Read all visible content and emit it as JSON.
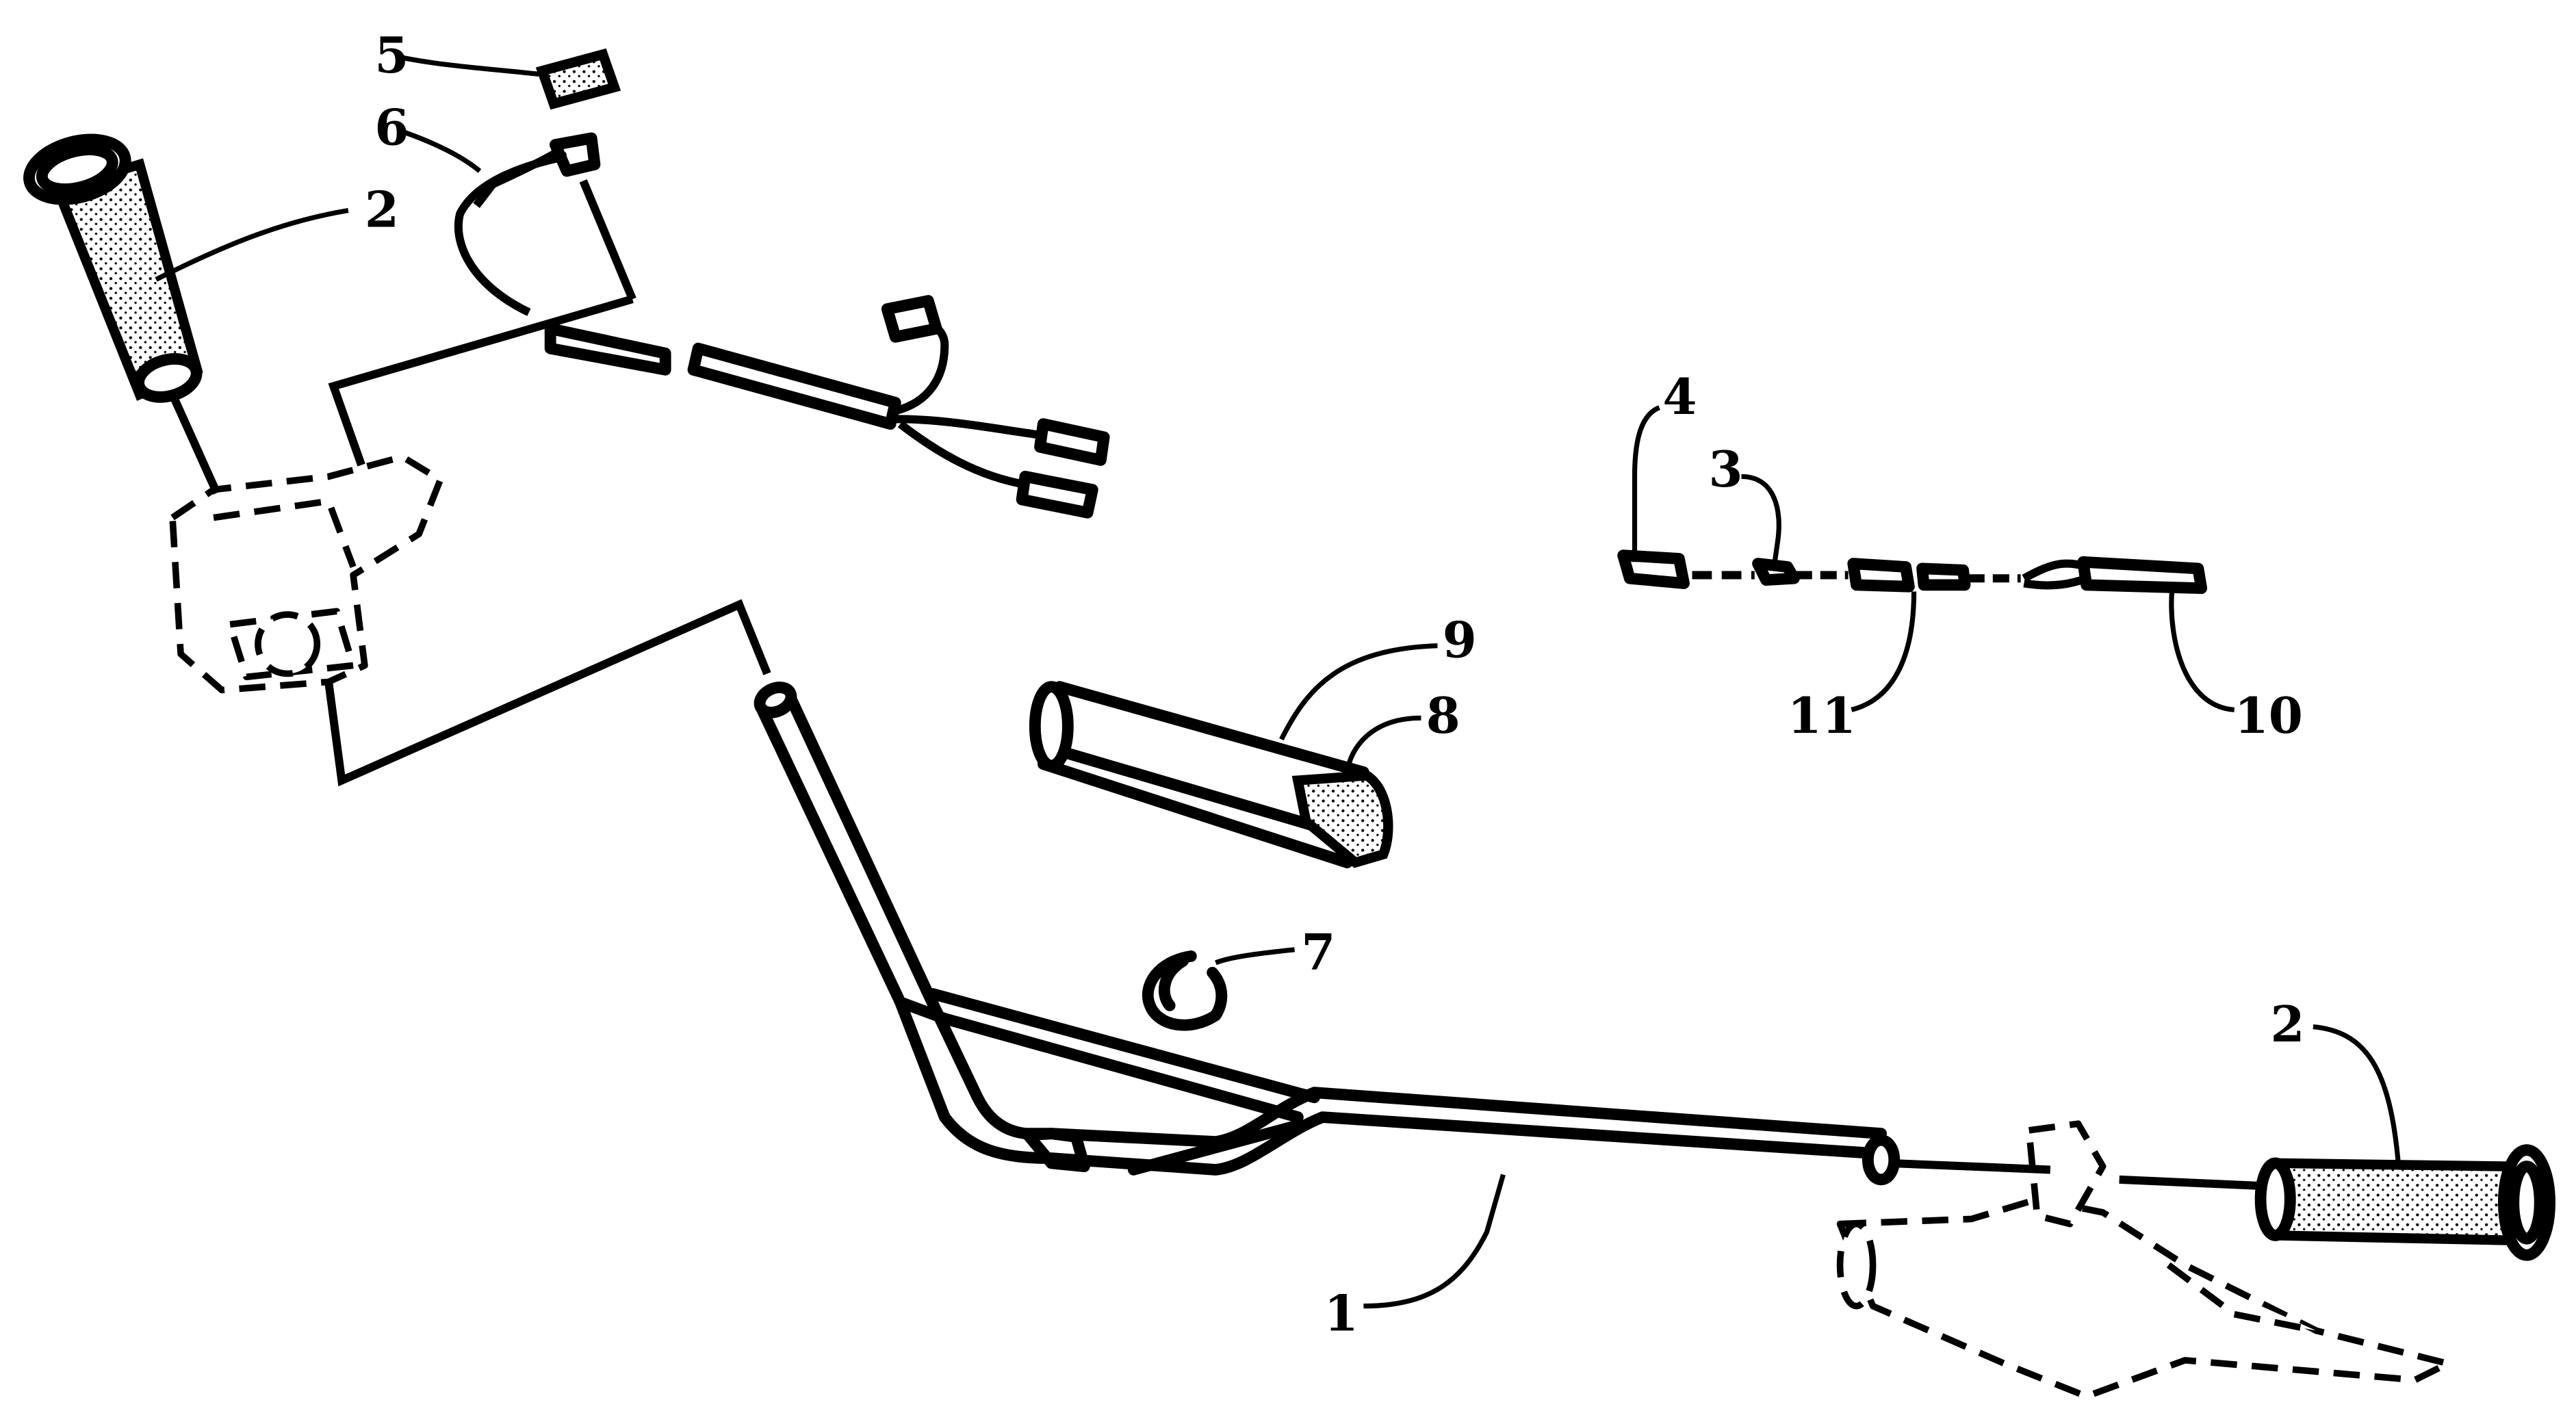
{
  "diagram": {
    "callouts": [
      {
        "id": "c5",
        "label": "5"
      },
      {
        "id": "c6",
        "label": "6"
      },
      {
        "id": "c2a",
        "label": "2"
      },
      {
        "id": "c4",
        "label": "4"
      },
      {
        "id": "c3",
        "label": "3"
      },
      {
        "id": "c9",
        "label": "9"
      },
      {
        "id": "c8",
        "label": "8"
      },
      {
        "id": "c11",
        "label": "11"
      },
      {
        "id": "c10",
        "label": "10"
      },
      {
        "id": "c7",
        "label": "7"
      },
      {
        "id": "c2b",
        "label": "2"
      },
      {
        "id": "c1",
        "label": "1"
      }
    ]
  }
}
